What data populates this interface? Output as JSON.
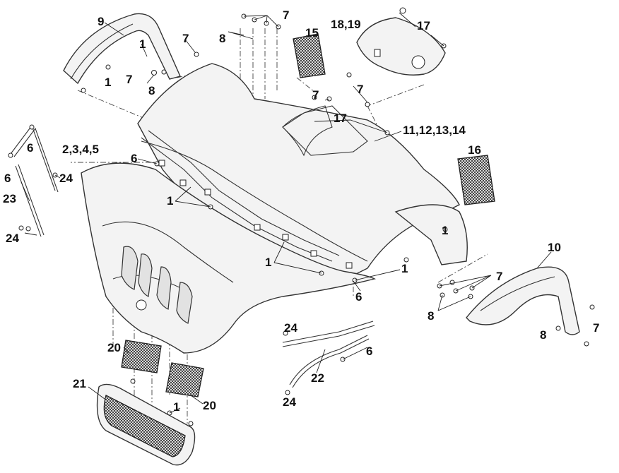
{
  "labels": [
    {
      "id": "9",
      "text": "9"
    },
    {
      "id": "1a",
      "text": "1"
    },
    {
      "id": "1b",
      "text": "1"
    },
    {
      "id": "7a",
      "text": "7"
    },
    {
      "id": "7b",
      "text": "7"
    },
    {
      "id": "8a",
      "text": "8"
    },
    {
      "id": "7c",
      "text": "7"
    },
    {
      "id": "8b",
      "text": "8"
    },
    {
      "id": "15",
      "text": "15"
    },
    {
      "id": "1819",
      "text": "18,19"
    },
    {
      "id": "17a",
      "text": "17"
    },
    {
      "id": "7d",
      "text": "7"
    },
    {
      "id": "7e",
      "text": "7"
    },
    {
      "id": "17b",
      "text": "17"
    },
    {
      "id": "11121314",
      "text": "11,12,13,14"
    },
    {
      "id": "6a",
      "text": "6"
    },
    {
      "id": "2345",
      "text": "2,3,4,5"
    },
    {
      "id": "6b",
      "text": "6"
    },
    {
      "id": "6c",
      "text": "6"
    },
    {
      "id": "24a",
      "text": "24"
    },
    {
      "id": "23",
      "text": "23"
    },
    {
      "id": "24b",
      "text": "24"
    },
    {
      "id": "1c",
      "text": "1"
    },
    {
      "id": "16",
      "text": "16"
    },
    {
      "id": "1d",
      "text": "1"
    },
    {
      "id": "10",
      "text": "10"
    },
    {
      "id": "1e",
      "text": "1"
    },
    {
      "id": "1f",
      "text": "1"
    },
    {
      "id": "6d",
      "text": "6"
    },
    {
      "id": "7f",
      "text": "7"
    },
    {
      "id": "8c",
      "text": "8"
    },
    {
      "id": "24c",
      "text": "24"
    },
    {
      "id": "6e",
      "text": "6"
    },
    {
      "id": "8d",
      "text": "8"
    },
    {
      "id": "7g",
      "text": "7"
    },
    {
      "id": "20a",
      "text": "20"
    },
    {
      "id": "22",
      "text": "22"
    },
    {
      "id": "21",
      "text": "21"
    },
    {
      "id": "1g",
      "text": "1"
    },
    {
      "id": "20b",
      "text": "20"
    },
    {
      "id": "24d",
      "text": "24"
    }
  ]
}
